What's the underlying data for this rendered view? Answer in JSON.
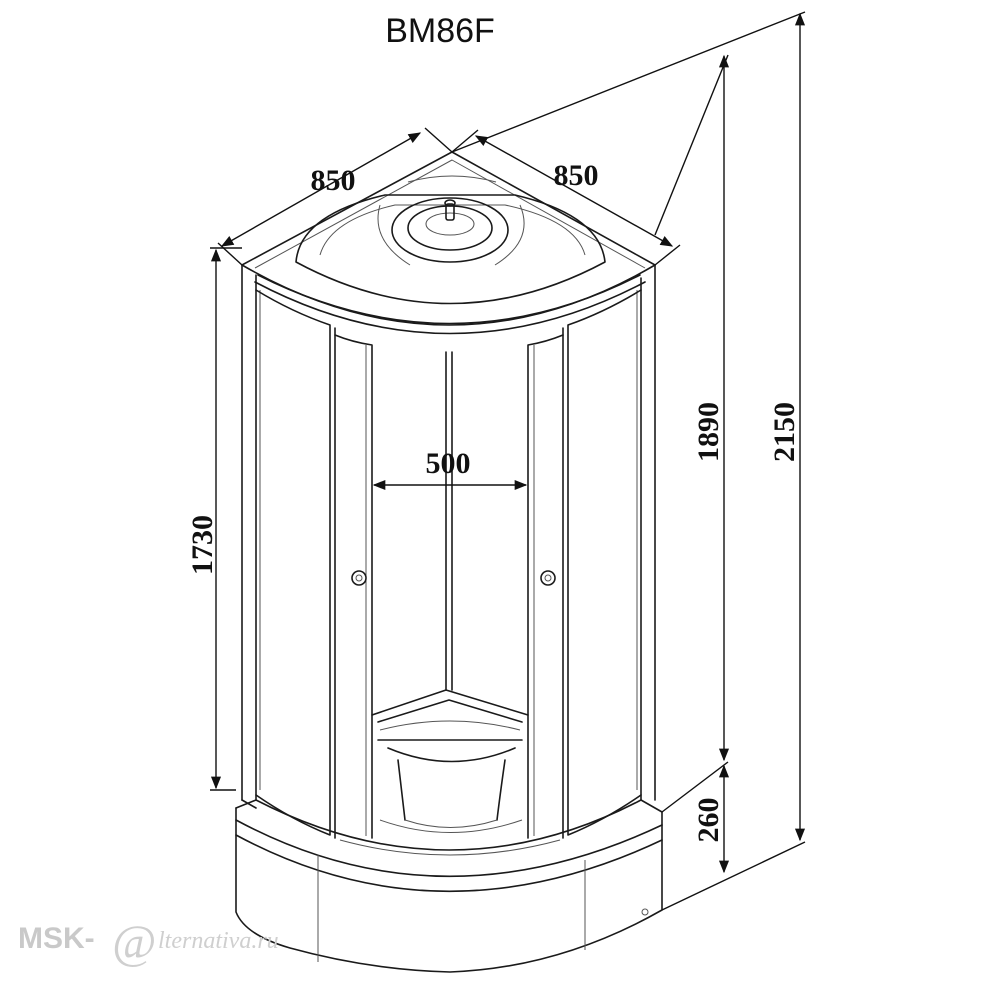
{
  "title": "BM86F",
  "dimensions": {
    "top_left_width": "850",
    "top_right_width": "850",
    "door_opening": "500",
    "left_height": "1730",
    "cabin_height": "1890",
    "total_height": "2150",
    "tray_height": "260"
  },
  "watermark": {
    "prefix": "MSK-",
    "logo_glyph": "@",
    "suffix": "lternativa.ru"
  }
}
